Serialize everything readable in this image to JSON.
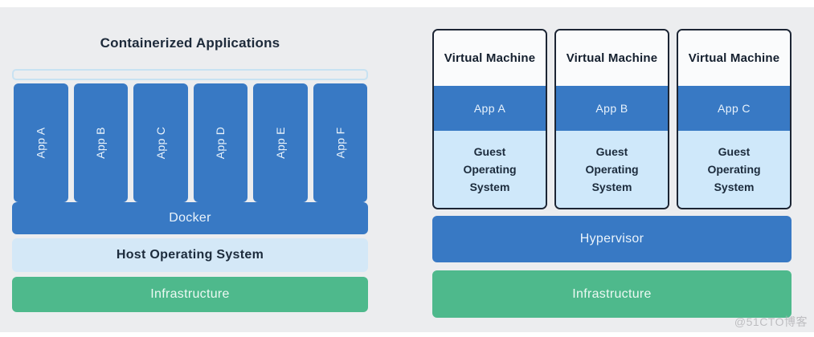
{
  "colors": {
    "background": "#ecedef",
    "page_edge": "#ffffff",
    "blue": "#3879c4",
    "host_light_blue": "#d4e8f7",
    "guest_light_blue": "#cfe8fa",
    "green": "#4eb98c",
    "vm_border": "#1c2534",
    "dark_text": "#1c2b3c",
    "runtime_outline": "#c8e2f2"
  },
  "left": {
    "title": "Containerized Applications",
    "apps": [
      "App A",
      "App B",
      "App C",
      "App D",
      "App E",
      "App F"
    ],
    "layers": {
      "docker": "Docker",
      "host_os": "Host Operating System",
      "infrastructure": "Infrastructure"
    }
  },
  "right": {
    "vms": [
      {
        "title": "Virtual Machine",
        "app": "App A",
        "guest_os": "Guest Operating System"
      },
      {
        "title": "Virtual Machine",
        "app": "App B",
        "guest_os": "Guest Operating System"
      },
      {
        "title": "Virtual Machine",
        "app": "App C",
        "guest_os": "Guest Operating System"
      }
    ],
    "layers": {
      "hypervisor": "Hypervisor",
      "infrastructure": "Infrastructure"
    }
  },
  "watermark": "@51CTO博客"
}
